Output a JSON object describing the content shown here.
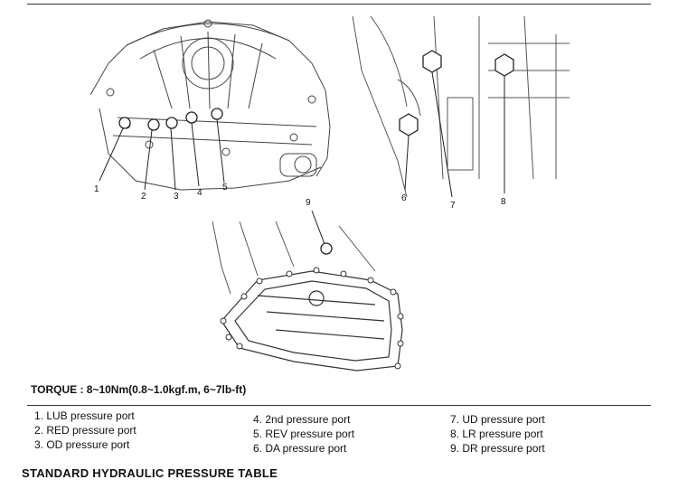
{
  "figures": {
    "left_callouts": [
      "1",
      "2",
      "3",
      "4",
      "5"
    ],
    "right_callouts": [
      "6",
      "7",
      "8"
    ],
    "bottom_callouts": [
      "9"
    ]
  },
  "torque_text": "TORQUE : 8~10Nm(0.8~1.0kgf.m, 6~7lb-ft)",
  "legend": {
    "col1": [
      "1.  LUB pressure port",
      "2.  RED pressure port",
      "3.  OD pressure port"
    ],
    "col2": [
      "4.  2nd pressure port",
      "5.  REV pressure port",
      "6.  DA pressure port"
    ],
    "col3": [
      "7.  UD pressure port",
      "8.  LR pressure port",
      "9.  DR pressure port"
    ]
  },
  "section_title": "STANDARD HYDRAULIC PRESSURE TABLE"
}
